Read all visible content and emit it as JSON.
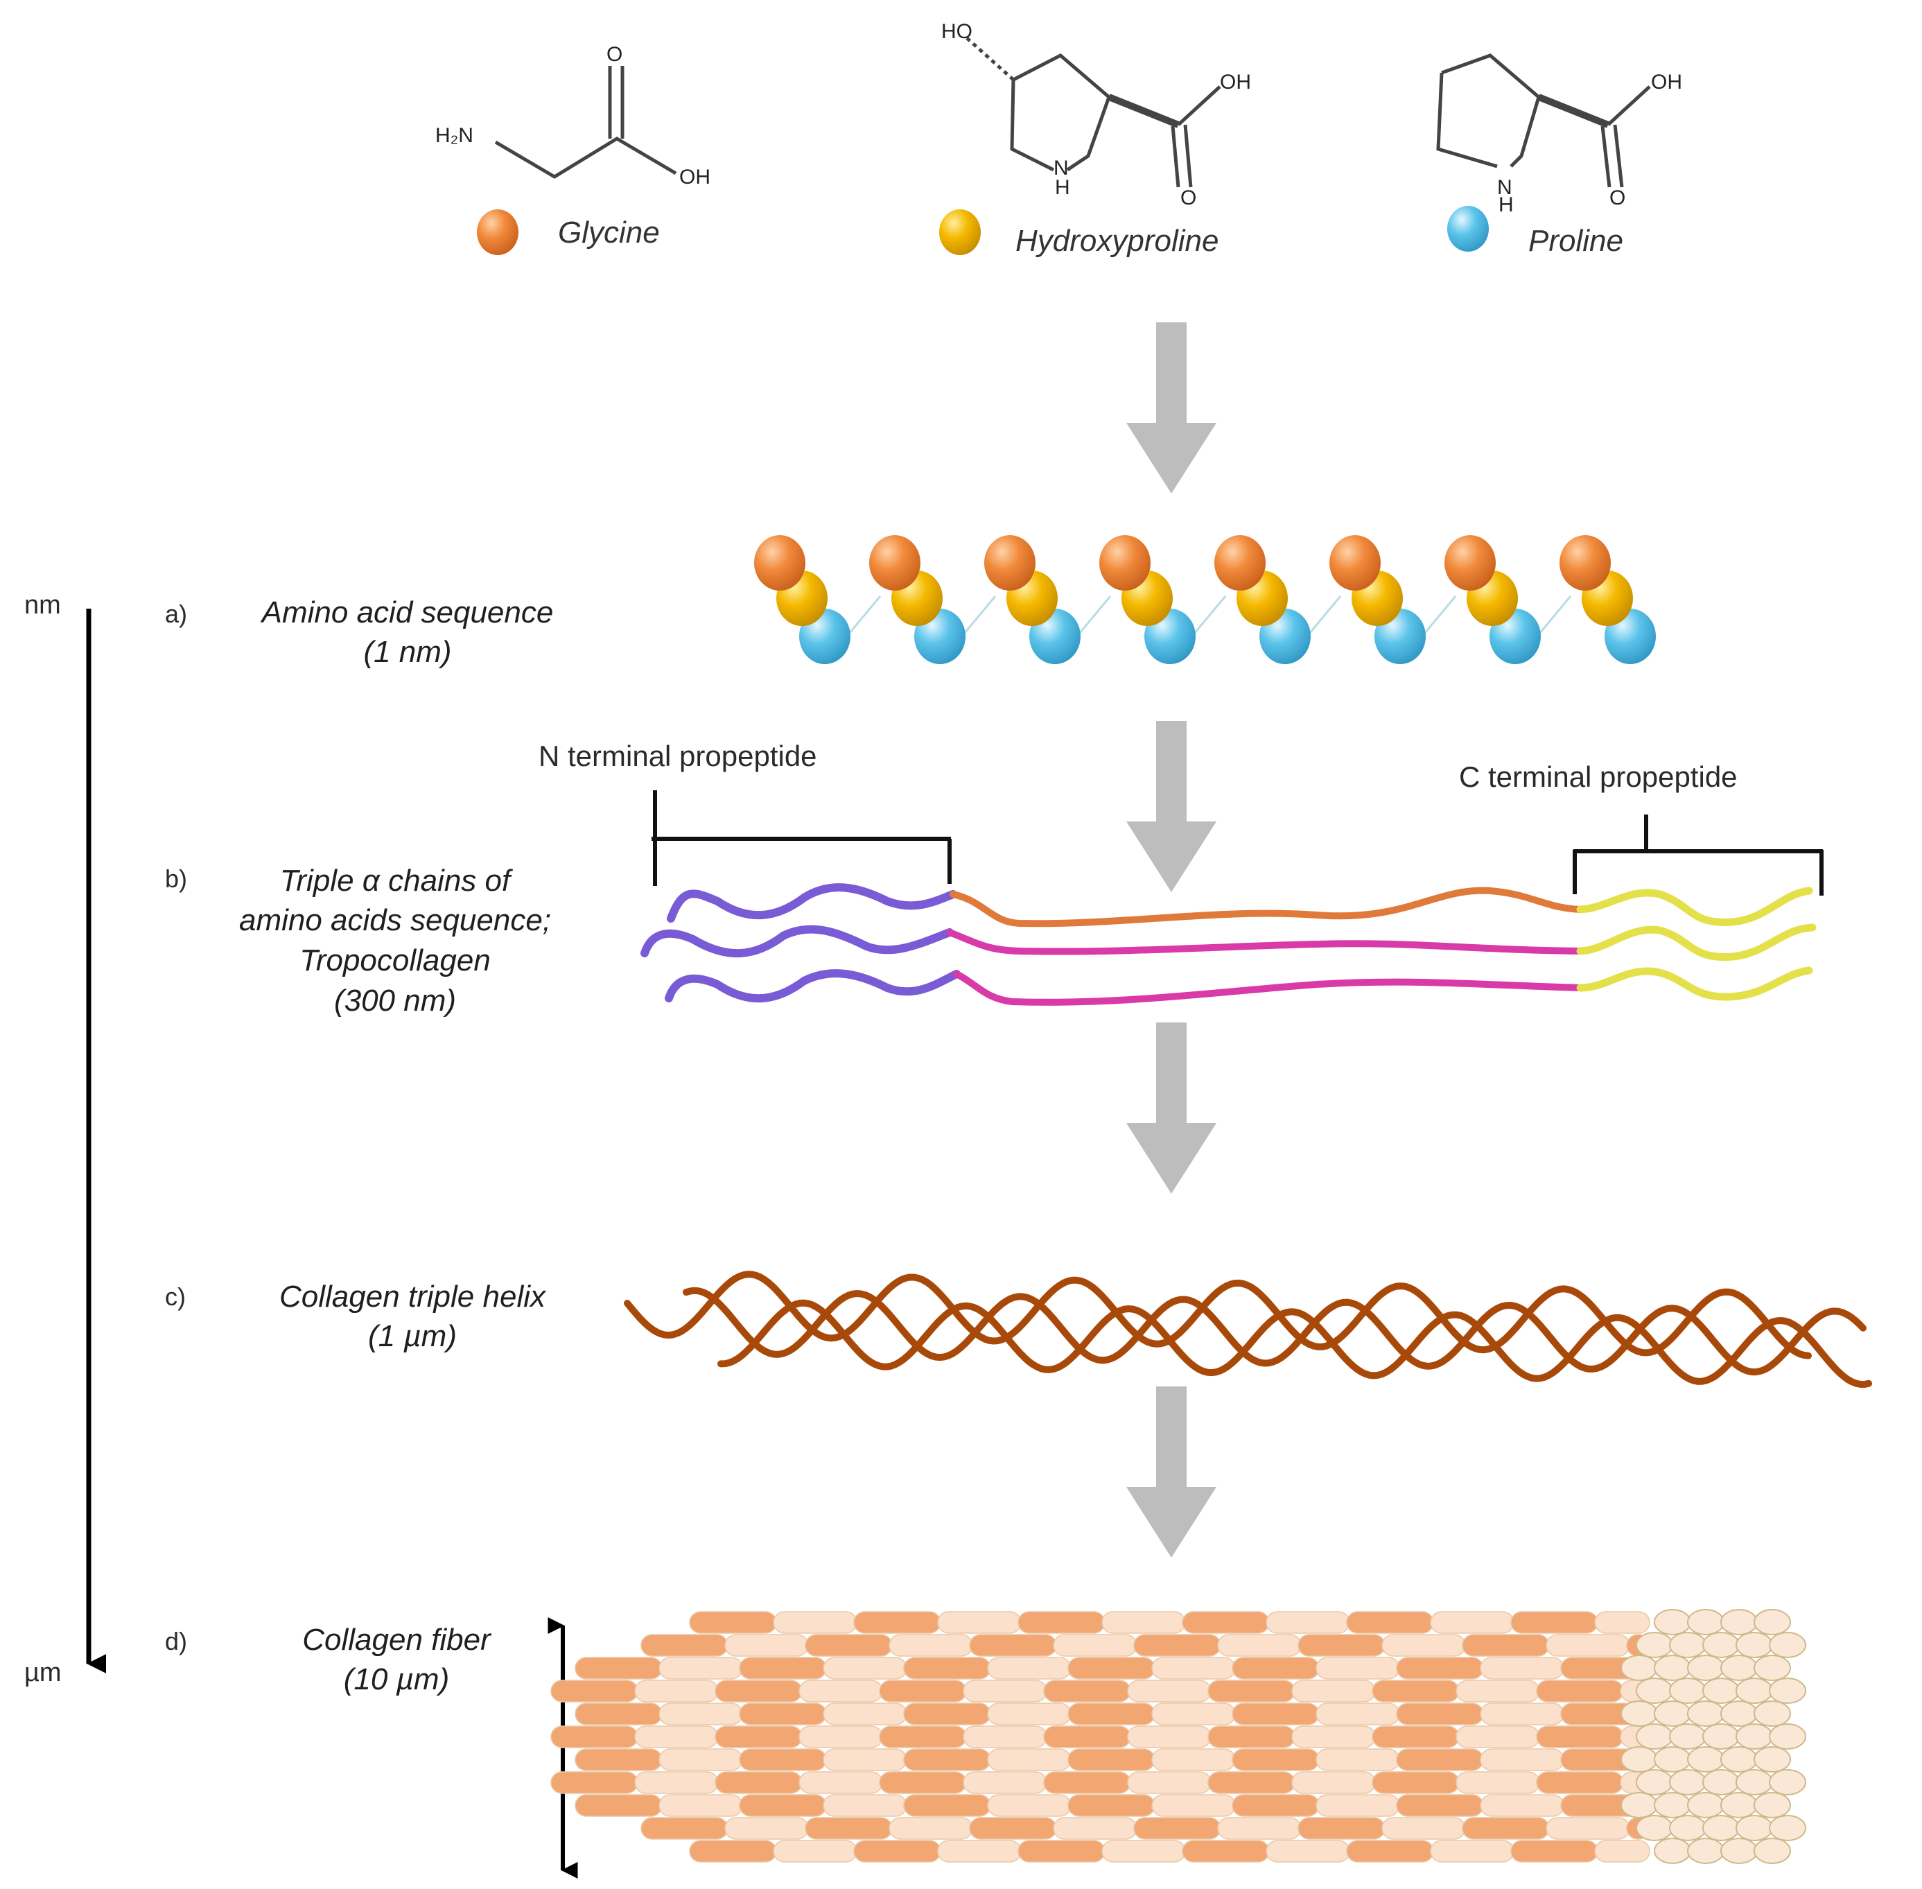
{
  "monomers": {
    "glycine": {
      "name": "Glycine",
      "nh2": "H₂N",
      "oh": "OH",
      "o": "O"
    },
    "hydroxyproline": {
      "name": "Hydroxyproline",
      "ho": "HO",
      "oh": "OH",
      "o": "O",
      "nh": "N",
      "h": "H"
    },
    "proline": {
      "name": "Proline",
      "oh": "OH",
      "o": "O",
      "nh": "N",
      "h": "H"
    }
  },
  "scale": {
    "top": "nm",
    "bottom": "µm"
  },
  "stages": {
    "a": {
      "letter": "a)",
      "line1": "Amino acid sequence",
      "line2": "(1 nm)"
    },
    "b": {
      "letter": "b)",
      "line1": "Triple α chains of",
      "line2": "amino acids sequence;",
      "line3": "Tropocollagen",
      "line4": "(300 nm)"
    },
    "c": {
      "letter": "c)",
      "line1": "Collagen triple helix",
      "line2": "(1 µm)"
    },
    "d": {
      "letter": "d)",
      "line1": "Collagen fiber",
      "line2": "(10 µm)"
    }
  },
  "propeptides": {
    "n": "N terminal propeptide",
    "c": "C terminal propeptide"
  },
  "colors": {
    "glycine": "#f0893a",
    "hydroxyproline": "#f5b800",
    "proline": "#5cc4ea",
    "arrow": "#bdbdbd",
    "n_chain": "#7a5bd6",
    "c_chain": "#e4e04a",
    "mid_chain_top": "#e07a3a",
    "mid_chain": "#d83aa8",
    "helix": "#a8490a",
    "fiber_dark": "#f2a672",
    "fiber_light": "#fbe0cc"
  }
}
